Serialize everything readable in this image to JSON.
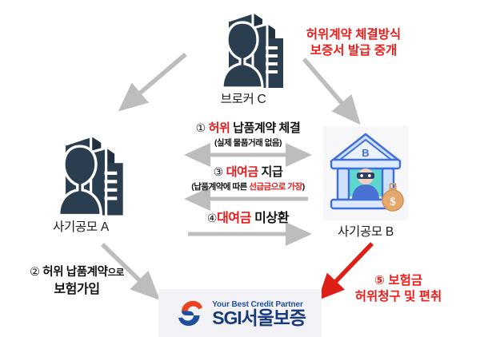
{
  "diagram": {
    "title_note_top_right": {
      "line1": "허위계약 체결방식",
      "line2": "보증서 발급 중개"
    },
    "nodes": {
      "broker_c": {
        "label": "브로커 C",
        "icon": "person-building-icon"
      },
      "conspirator_a": {
        "label": "사기공모 A",
        "icon": "person-building-icon"
      },
      "conspirator_b": {
        "label": "사기공모 B",
        "icon": "bank-thief-moneybag-icon"
      },
      "insurer": {
        "tagline": "Your Best Credit Partner",
        "name": "SGI서울보증",
        "icon": "sgi-logo-icon"
      }
    },
    "flows": [
      {
        "number": "①",
        "main_plain_before": "",
        "main_highlight": "허위",
        "main_plain_after": "납품계약 체결",
        "sub_plain_before": "(실제 물품거래 없음)",
        "sub_highlight": "",
        "sub_plain_after": "",
        "direction": "both",
        "arrow_color": "#bdbdbd"
      },
      {
        "number": "③",
        "main_plain_before": "",
        "main_highlight": "대여금",
        "main_plain_after": "지급",
        "sub_plain_before": "(납품계약에 따른 ",
        "sub_highlight": "선급금으로 가장",
        "sub_plain_after": ")",
        "direction": "left",
        "arrow_color": "#bdbdbd"
      },
      {
        "number": "④",
        "main_plain_before": "",
        "main_highlight": "대여금",
        "main_plain_after": "미상환",
        "sub_plain_before": "",
        "sub_highlight": "",
        "sub_plain_after": "",
        "direction": "right",
        "arrow_color": "#bdbdbd"
      }
    ],
    "note_bottom_left": {
      "number": "②",
      "line1_a": "허위 납품계약",
      "line1_b": "으로",
      "line2": "보험가입"
    },
    "note_bottom_right": {
      "number": "⑤",
      "line1": "보험금",
      "line2": "허위청구 및 편취"
    },
    "colors": {
      "red": "#ee1c19",
      "dark_navy": "#2b3e50",
      "arrow_gray": "#bdbdbd",
      "arrow_red": "#dd1f17",
      "sgi_blue": "#173a7a",
      "sgi_red": "#e8441f"
    }
  }
}
